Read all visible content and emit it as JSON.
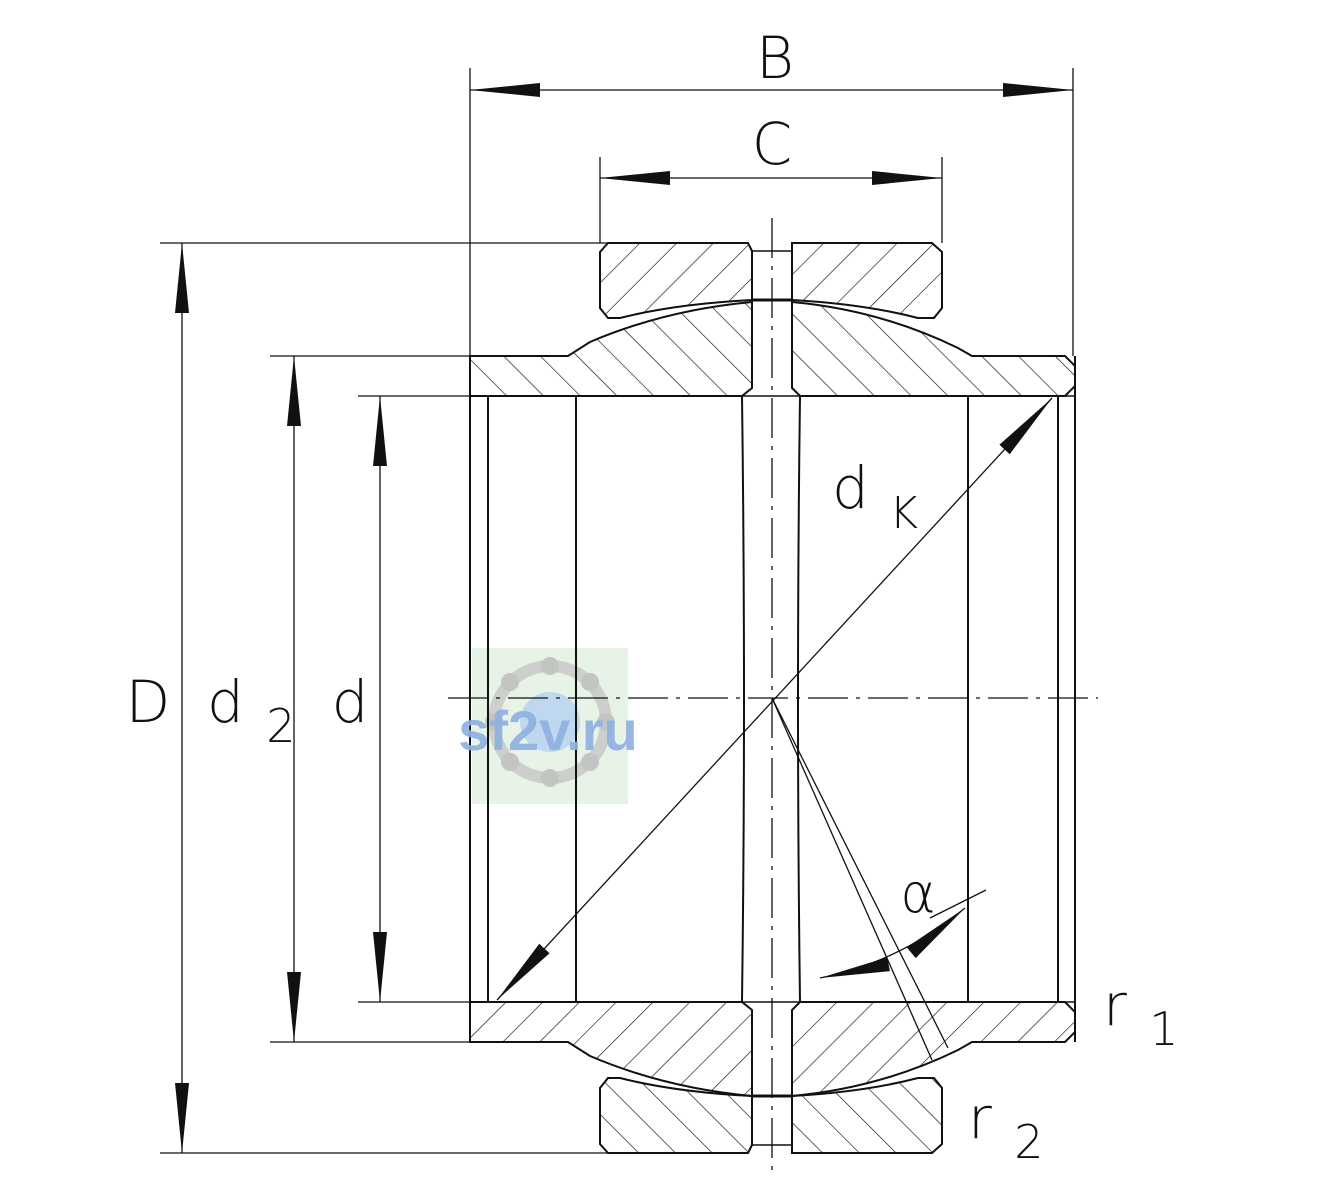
{
  "labels": {
    "B": "B",
    "C": "C",
    "D": "D",
    "d2_main": "d",
    "d2_sub": "2",
    "d": "d",
    "dk_main": "d",
    "dk_sub": "K",
    "alpha": "α",
    "r1_main": "r",
    "r1_sub": "1",
    "r2_main": "r",
    "r2_sub": "2"
  },
  "watermark": {
    "text": "sf2v.ru",
    "text_color": "#8fb0e0",
    "bg_color": "#e6f3e6",
    "logo": "bearing-logo-icon"
  },
  "colors": {
    "line": "#111111",
    "hatch": "#111111",
    "background": "#ffffff"
  }
}
